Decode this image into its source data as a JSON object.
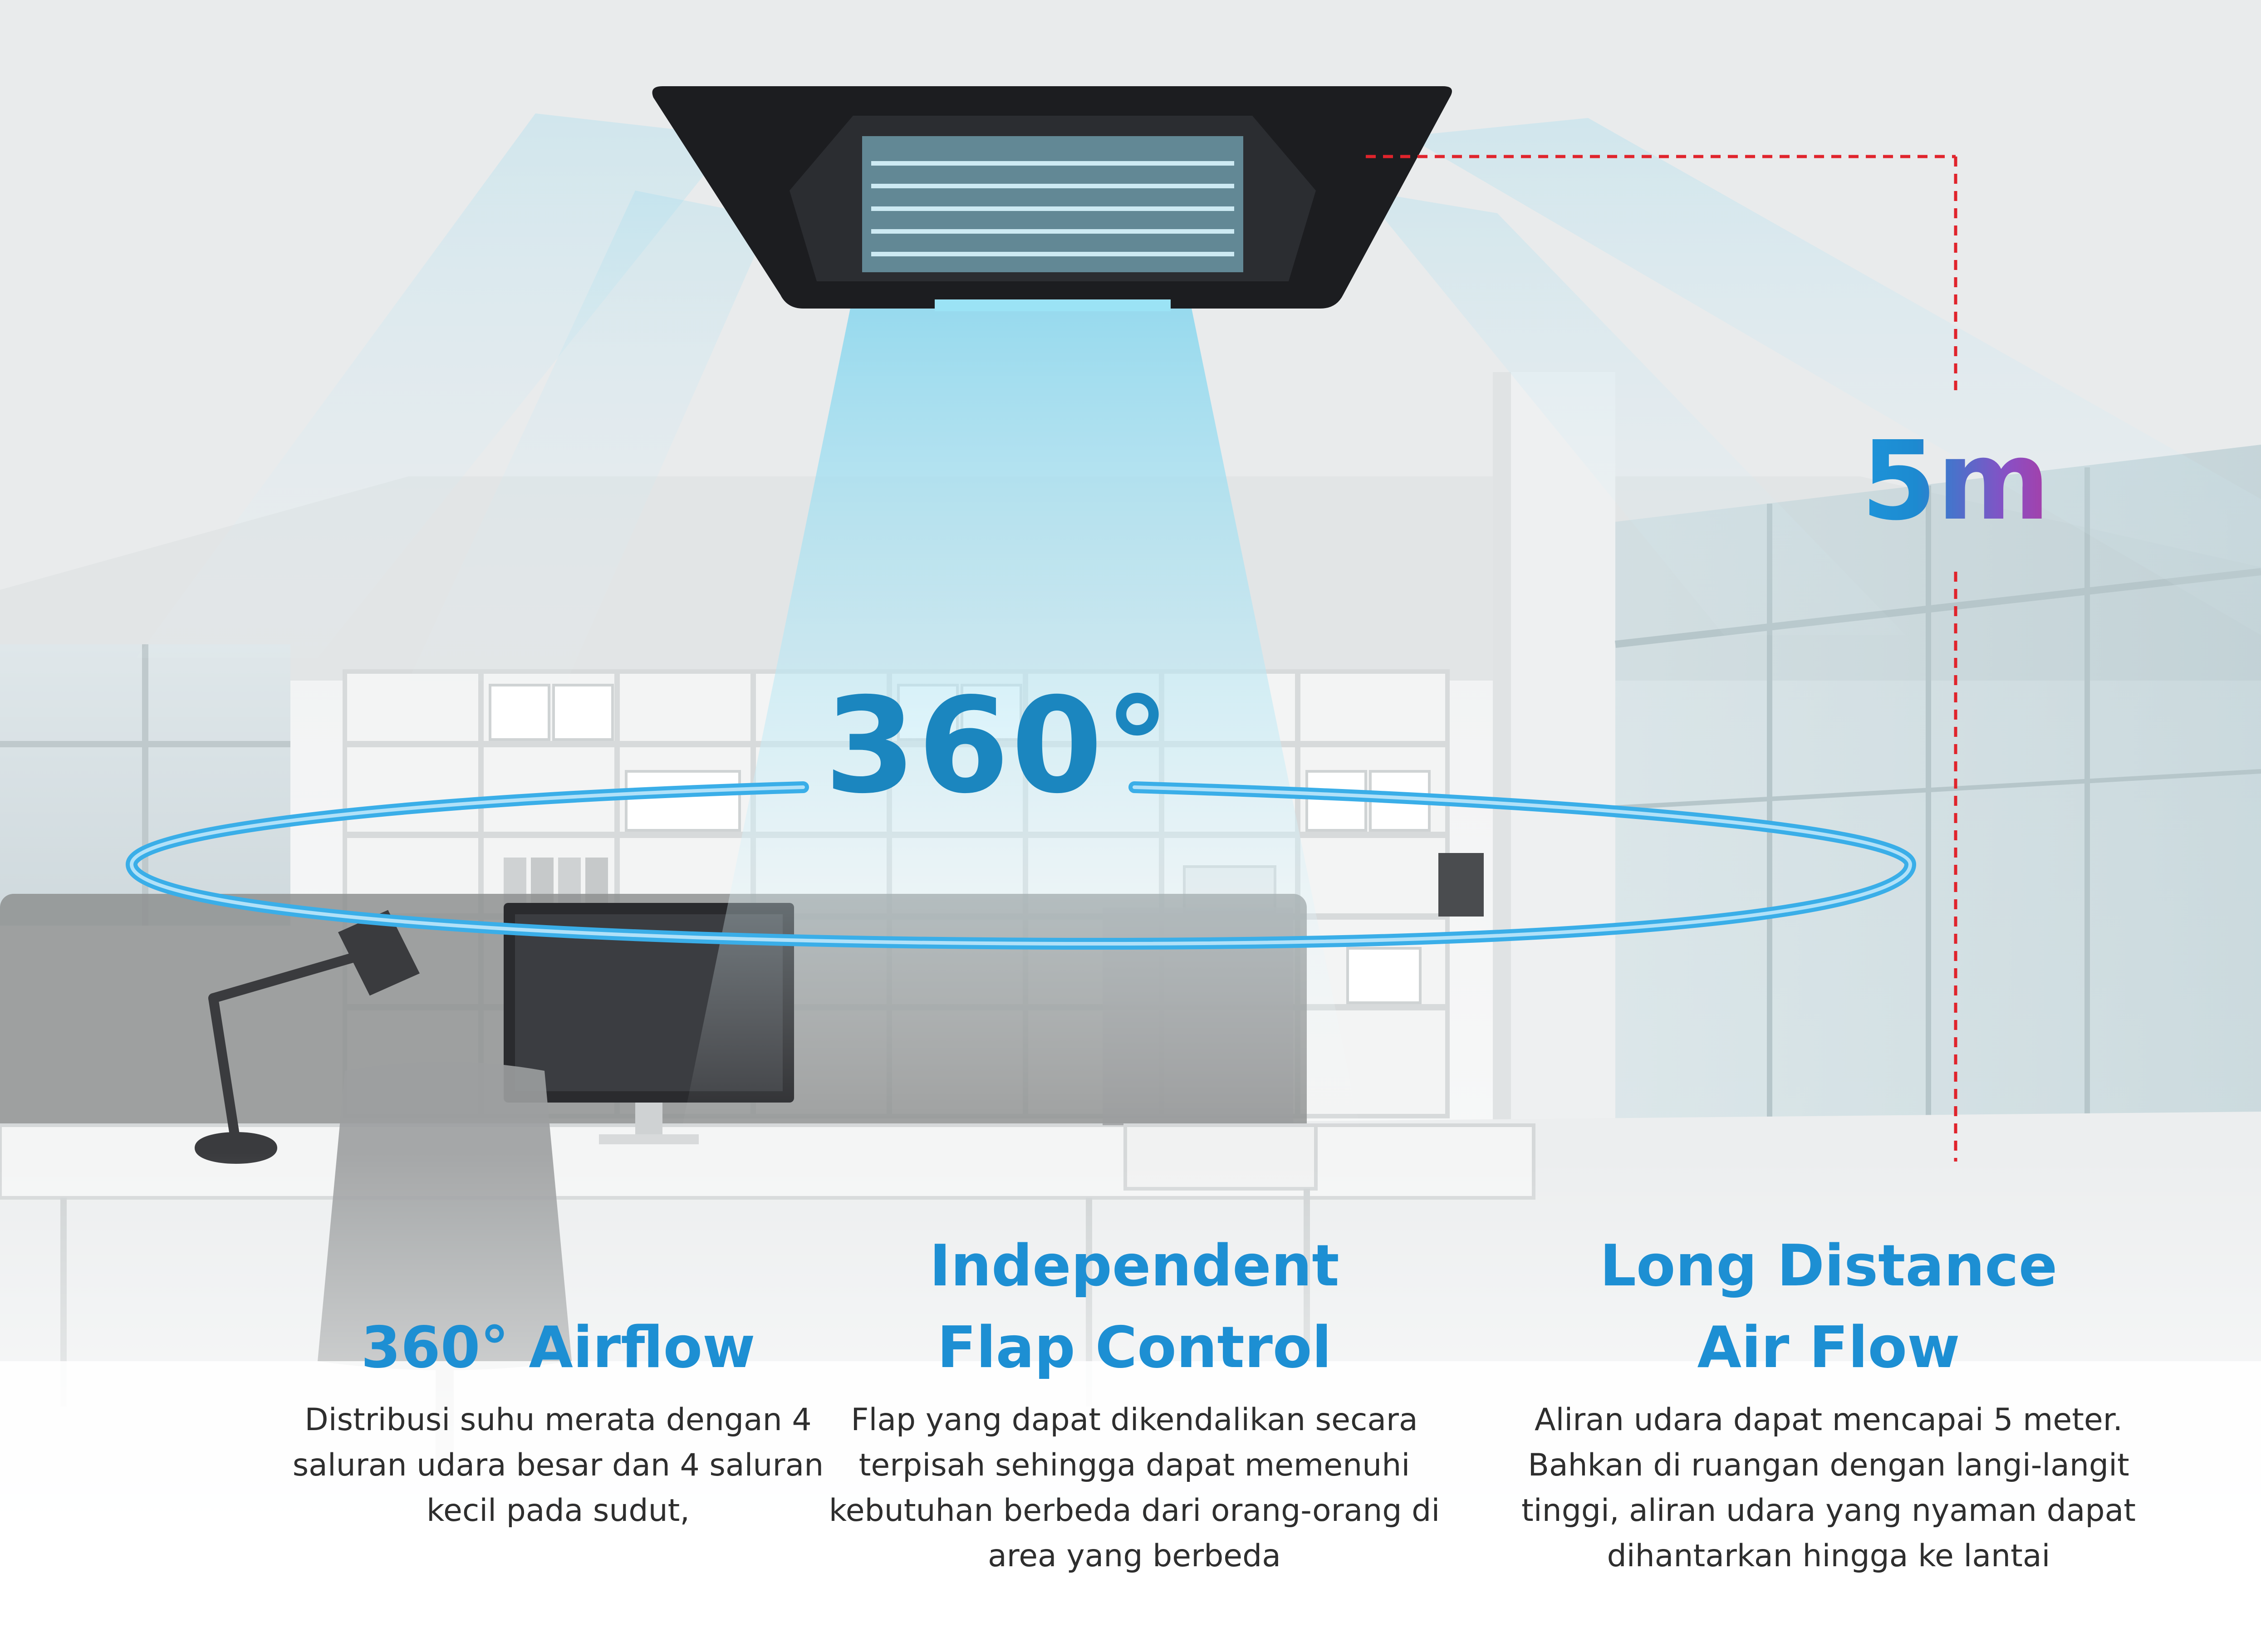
{
  "overlay": {
    "angle_label": "360°",
    "height_label": "5m"
  },
  "features": [
    {
      "title_lines": [
        "360° Airflow"
      ],
      "description_lines": [
        "Distribusi suhu merata dengan 4",
        "saluran udara besar dan 4 saluran",
        "kecil pada sudut,"
      ]
    },
    {
      "title_lines": [
        "Independent",
        "Flap Control"
      ],
      "description_lines": [
        "Flap yang dapat dikendalikan secara",
        "terpisah sehingga dapat memenuhi",
        "kebutuhan berbeda dari orang-orang di",
        "area yang berbeda"
      ]
    },
    {
      "title_lines": [
        "Long Distance",
        "Air Flow"
      ],
      "description_lines": [
        "Aliran udara dapat mencapai 5 meter.",
        "Bahkan di ruangan dengan langi-langit",
        "tinggi, aliran udara yang nyaman dapat",
        "dihantarkan hingga ke lantai"
      ]
    }
  ],
  "colors": {
    "accent_blue": "#1d8fd3",
    "airflow_cyan": "#7fd3ea",
    "dimension_red": "#e0242c",
    "unit_body": "#1c1d20"
  }
}
